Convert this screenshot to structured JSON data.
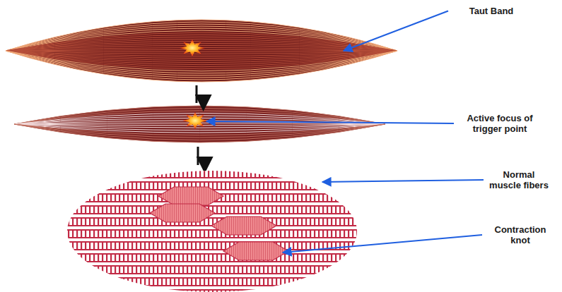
{
  "diagram": {
    "labels": [
      "Taut Band",
      "Active focus of trigger point",
      "Normal muscle fibers",
      "Contraction knot"
    ]
  }
}
